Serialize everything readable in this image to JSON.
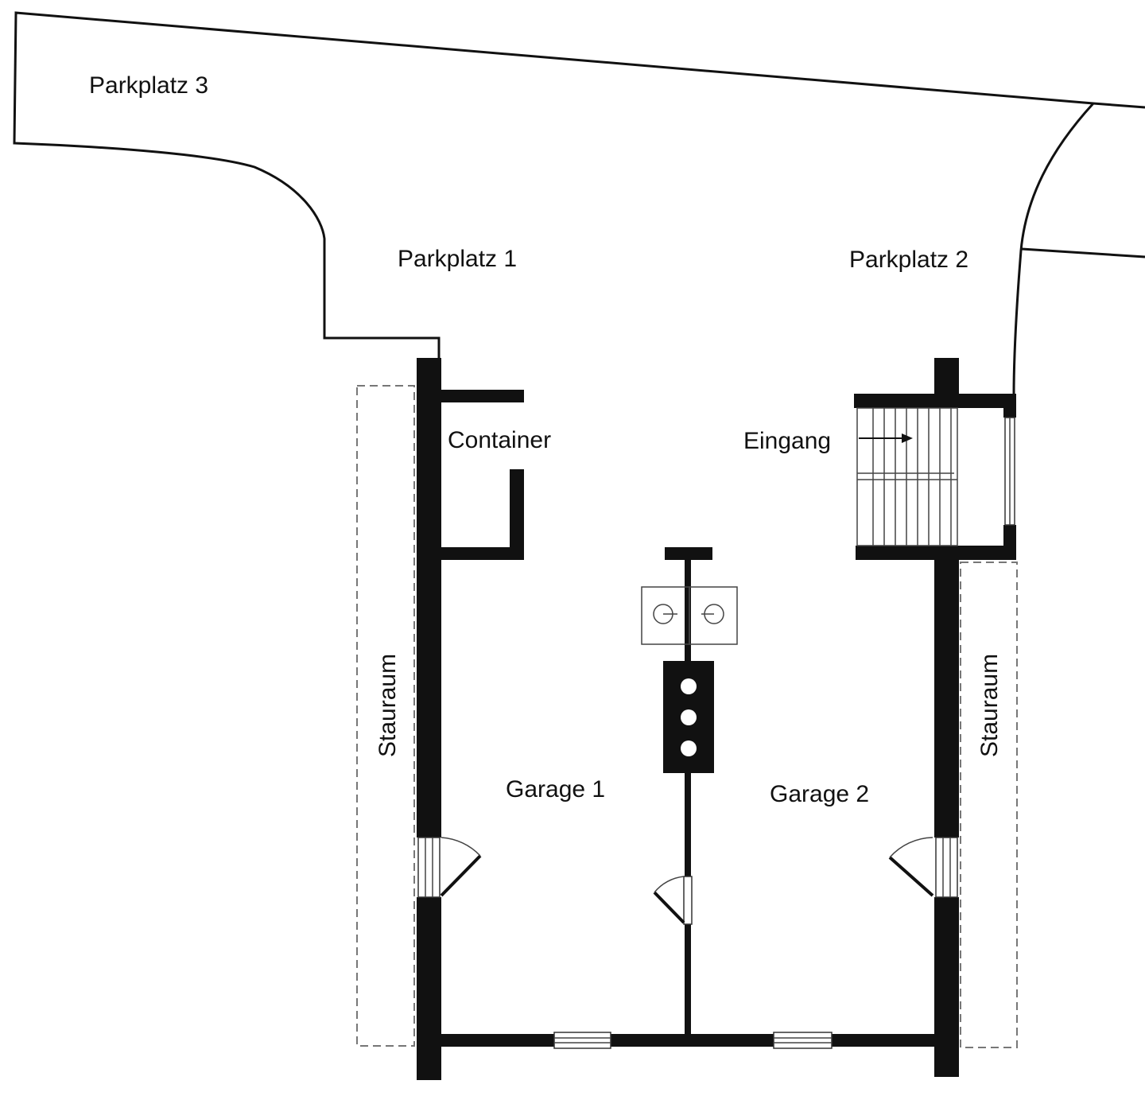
{
  "labels": {
    "parkplatz_3": "Parkplatz 3",
    "parkplatz_1": "Parkplatz 1",
    "parkplatz_2": "Parkplatz 2",
    "container": "Container",
    "eingang": "Eingang",
    "stauraum_left": "Stauraum",
    "stauraum_right": "Stauraum",
    "garage_1": "Garage 1",
    "garage_2": "Garage 2"
  },
  "colors": {
    "wall": "#111111",
    "background": "#ffffff",
    "dashed_outline": "#777777"
  }
}
